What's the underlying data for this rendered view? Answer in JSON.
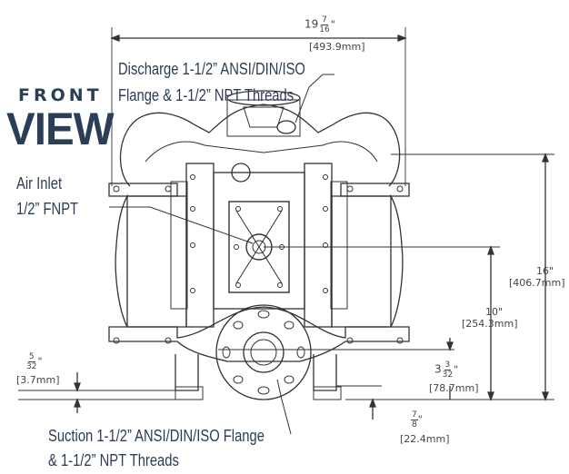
{
  "view": {
    "front": "FRONT",
    "view": "VIEW"
  },
  "callouts": {
    "discharge_line1": "Discharge 1-1/2” ANSI/DIN/ISO",
    "discharge_line2": "Flange & 1-1/2” NPT Threads",
    "air_inlet_line1": "Air Inlet",
    "air_inlet_line2": "1/2” FNPT",
    "suction_line1": "Suction 1-1/2” ANSI/DIN/ISO Flange",
    "suction_line2": "& 1-1/2” NPT Threads"
  },
  "dimensions": {
    "width": {
      "whole": "19",
      "num": "7",
      "den": "16",
      "unit": "\"",
      "metric": "[493.9mm]"
    },
    "height": {
      "value": "16\"",
      "metric": "[406.7mm]"
    },
    "inlet_height": {
      "value": "10\"",
      "metric": "[254.3mm]"
    },
    "suction_height": {
      "whole": "3",
      "num": "3",
      "den": "32",
      "unit": "\"",
      "metric": "[78.7mm]"
    },
    "foot_offset": {
      "num": "5",
      "den": "32",
      "unit": "\"",
      "metric": "[3.7mm]"
    },
    "base_drop": {
      "num": "7",
      "den": "8",
      "unit": "\"",
      "metric": "[22.4mm]"
    }
  }
}
